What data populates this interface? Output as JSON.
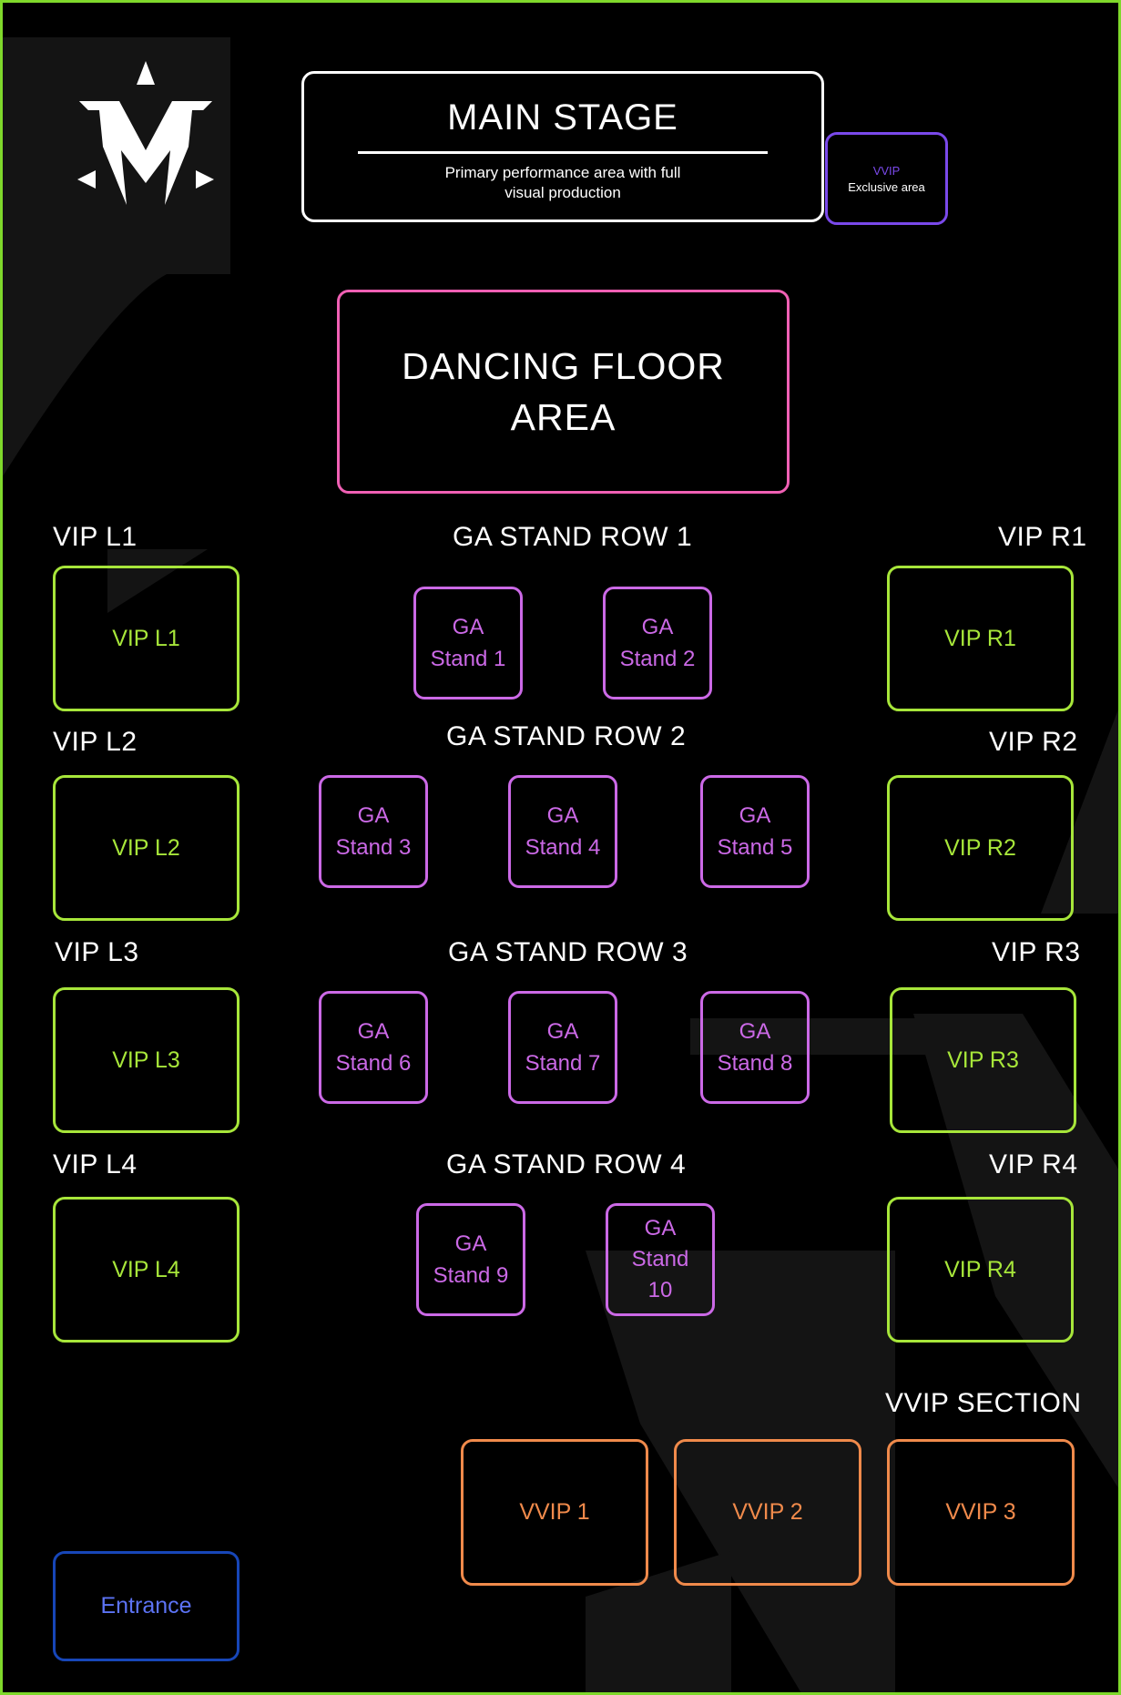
{
  "colors": {
    "border": "#7fd82b",
    "background": "#000000",
    "vip": "#a7e63a",
    "ga": "#cb69e6",
    "vvip": "#f08a4b",
    "vvip_exclusive": "#7a49ea",
    "dance_floor": "#f060b4",
    "entrance": "#5c73f5",
    "text": "#ffffff"
  },
  "logo": {
    "icon": "crown-m-logo"
  },
  "main_stage": {
    "title": "MAIN STAGE",
    "description": "Primary performance area with full visual production"
  },
  "vvip_exclusive": {
    "title": "VVIP",
    "subtitle": "Exclusive area"
  },
  "dance_floor": {
    "line1": "DANCING FLOOR",
    "line2": "AREA"
  },
  "ga_rows": {
    "row1": "GA STAND ROW 1",
    "row2": "GA STAND ROW 2",
    "row3": "GA STAND ROW 3",
    "row4": "GA STAND ROW 4"
  },
  "ga_stands": {
    "s1": {
      "line1": "GA",
      "line2": "Stand 1"
    },
    "s2": {
      "line1": "GA",
      "line2": "Stand 2"
    },
    "s3": {
      "line1": "GA",
      "line2": "Stand 3"
    },
    "s4": {
      "line1": "GA",
      "line2": "Stand 4"
    },
    "s5": {
      "line1": "GA",
      "line2": "Stand 5"
    },
    "s6": {
      "line1": "GA",
      "line2": "Stand 6"
    },
    "s7": {
      "line1": "GA",
      "line2": "Stand 7"
    },
    "s8": {
      "line1": "GA",
      "line2": "Stand 8"
    },
    "s9": {
      "line1": "GA",
      "line2": "Stand 9"
    },
    "s10": {
      "line1": "GA",
      "line2": "Stand",
      "line3": "10"
    }
  },
  "vip": {
    "l1": {
      "heading": "VIP L1",
      "box": "VIP L1"
    },
    "l2": {
      "heading": "VIP L2",
      "box": "VIP L2"
    },
    "l3": {
      "heading": "VIP L3",
      "box": "VIP L3"
    },
    "l4": {
      "heading": "VIP L4",
      "box": "VIP L4"
    },
    "r1": {
      "heading": "VIP R1",
      "box": "VIP R1"
    },
    "r2": {
      "heading": "VIP R2",
      "box": "VIP R2"
    },
    "r3": {
      "heading": "VIP R3",
      "box": "VIP R3"
    },
    "r4": {
      "heading": "VIP R4",
      "box": "VIP R4"
    }
  },
  "vvip_section": {
    "heading": "VVIP SECTION",
    "boxes": [
      "VVIP 1",
      "VVIP 2",
      "VVIP 3"
    ]
  },
  "entrance": {
    "label": "Entrance"
  }
}
